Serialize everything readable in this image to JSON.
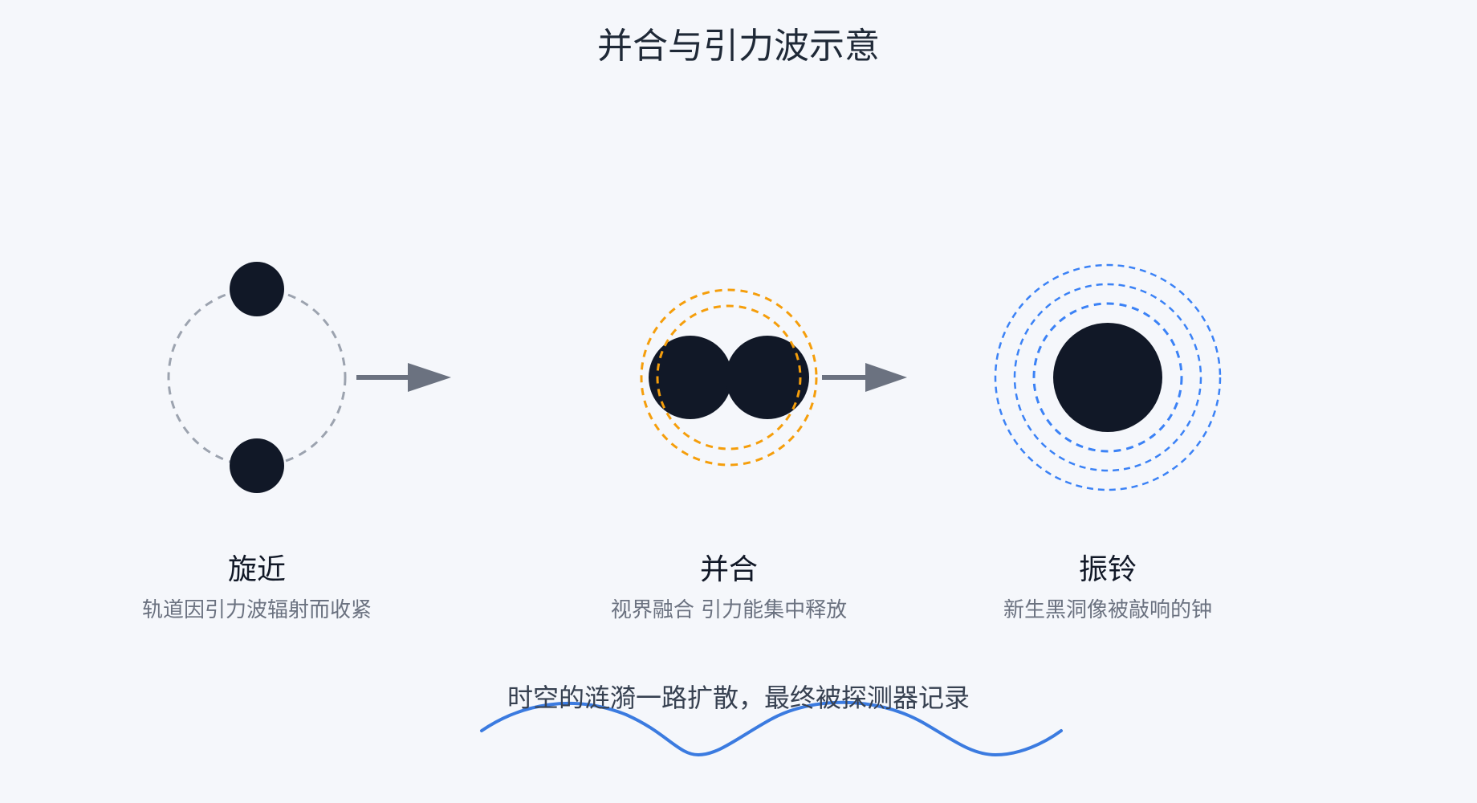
{
  "title": "并合与引力波示意",
  "stages": [
    {
      "title": "旋近",
      "description": "轨道因引力波辐射而收紧"
    },
    {
      "title": "并合",
      "description": "视界融合 引力能集中释放"
    },
    {
      "title": "振铃",
      "description": "新生黑洞像被敲响的钟"
    }
  ],
  "footer": "时空的涟漪一路扩散，最终被探测器记录",
  "colors": {
    "background": "#f5f7fb",
    "black_hole": "#111827",
    "orbit": "#9ca3af",
    "arrow": "#6b7280",
    "merger_ring": "#f59e0b",
    "ringdown_ring": "#3b82f6",
    "wave": "#3b7be0"
  }
}
